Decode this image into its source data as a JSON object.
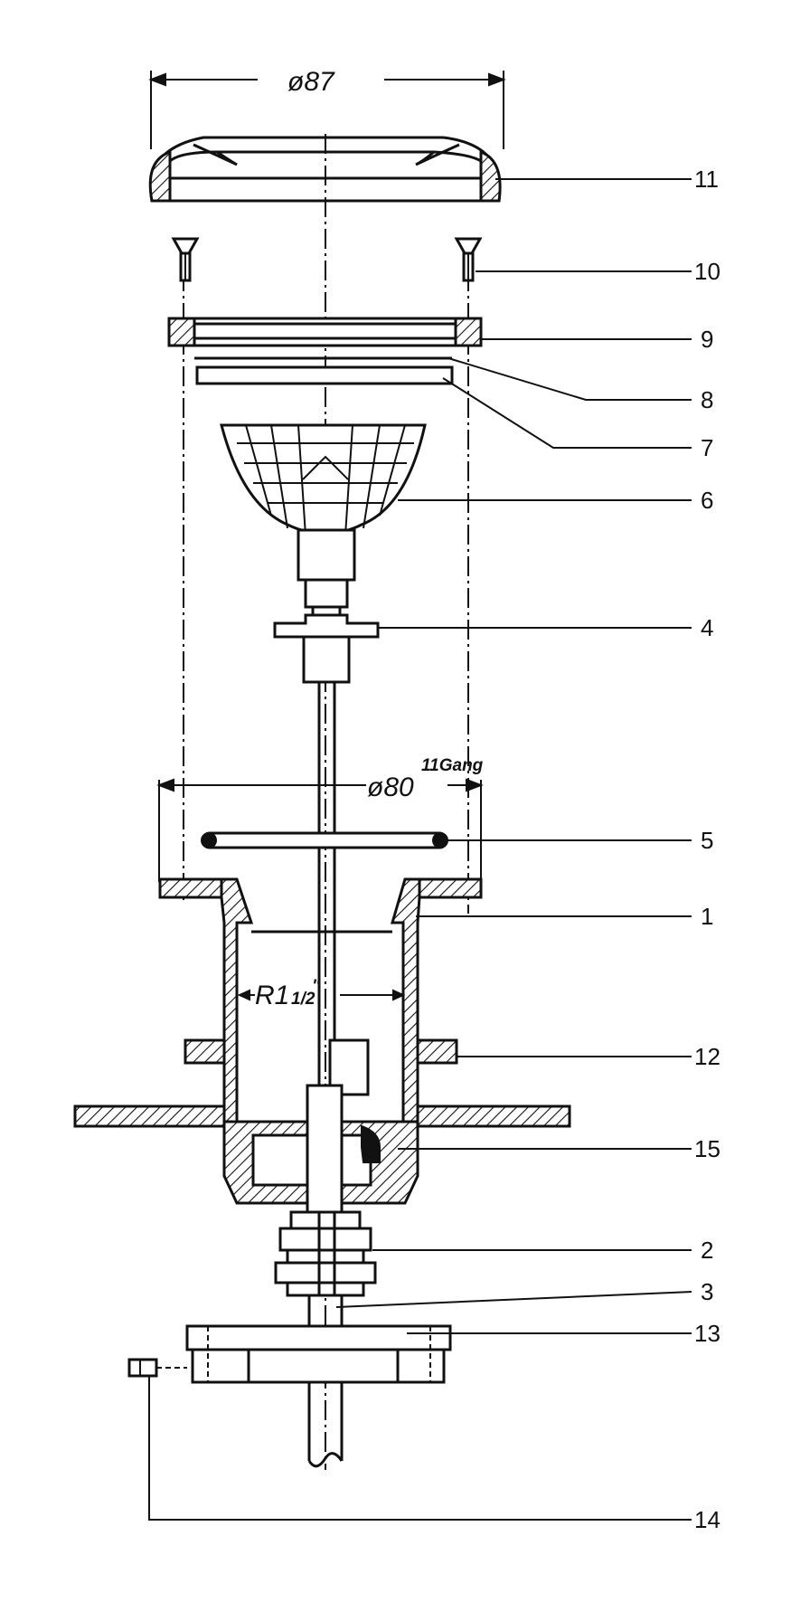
{
  "dimensions": {
    "top_diameter": "ø87",
    "flange_diameter": "ø80",
    "flange_note": "11Gang",
    "thread": "R1",
    "thread_fraction": "1/2",
    "thread_mark": "\""
  },
  "callouts": [
    "11",
    "10",
    "9",
    "8",
    "7",
    "6",
    "4",
    "5",
    "1",
    "12",
    "15",
    "2",
    "3",
    "13",
    "14"
  ],
  "colors": {
    "line": "#111111",
    "background": "#ffffff"
  }
}
